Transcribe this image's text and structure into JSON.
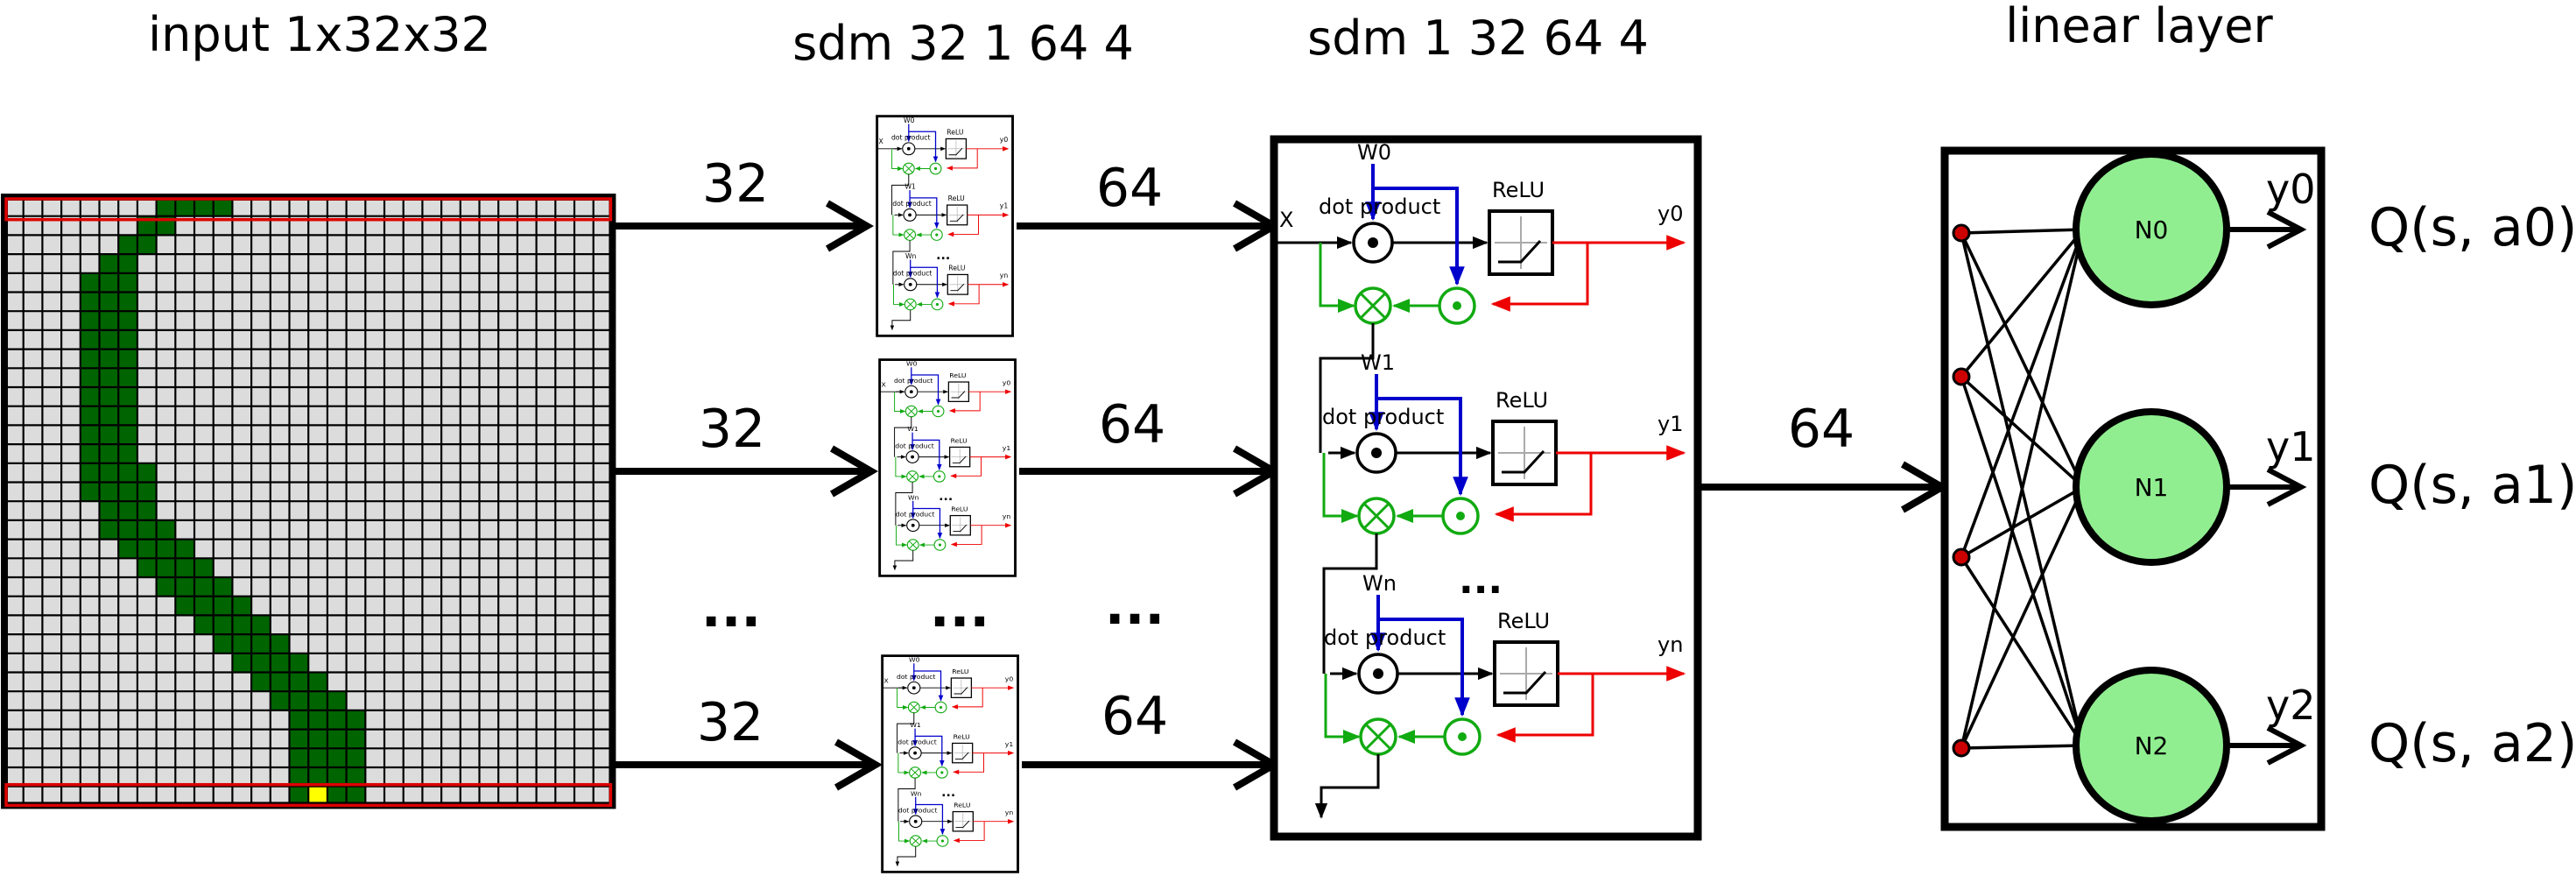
{
  "titles": {
    "input": "input 1x32x32",
    "sdm_a": "sdm 32 1 64 4",
    "sdm_b": "sdm 1 32 64 4",
    "linear": "linear layer"
  },
  "edge_labels": {
    "in_top": "32",
    "in_mid": "32",
    "in_dots": "...",
    "in_bot": "32",
    "small_dots": "...",
    "out_top": "64",
    "out_mid": "64",
    "out_dots": "...",
    "out_bot": "64",
    "to_linear": "64"
  },
  "sdm_detail": {
    "x_label": "X",
    "dots": "...",
    "units": [
      {
        "w": "W0",
        "dot_product": "dot product",
        "relu": "ReLU",
        "y": "y0"
      },
      {
        "w": "W1",
        "dot_product": "dot product",
        "relu": "ReLU",
        "y": "y1"
      },
      {
        "w": "Wn",
        "dot_product": "dot product",
        "relu": "ReLU",
        "y": "yn"
      }
    ]
  },
  "linear_layer": {
    "neurons": [
      {
        "label": "N0",
        "output": "y0",
        "q": "Q(s, a0)"
      },
      {
        "label": "N1",
        "output": "y1",
        "q": "Q(s, a1)"
      },
      {
        "label": "N2",
        "output": "y2",
        "q": "Q(s, a2)"
      }
    ]
  },
  "colors": {
    "grid_bg": "#dcdcdc",
    "green_cells": "#006400",
    "highlight_cell": "#ffff00",
    "row_outline": "#dd0000",
    "blue": "#0000cc",
    "green_path": "#11aa11",
    "red_path": "#ee0000",
    "neuron_fill": "#90ee90"
  },
  "input_grid": {
    "size": 32,
    "highlight_rows": [
      0,
      31
    ],
    "highlight_cell": [
      31,
      16
    ],
    "stroke_rows": [
      [
        0,
        8,
        12
      ],
      [
        1,
        7,
        9
      ],
      [
        2,
        6,
        8
      ],
      [
        3,
        5,
        7
      ],
      [
        4,
        4,
        7
      ],
      [
        5,
        4,
        7
      ],
      [
        6,
        4,
        7
      ],
      [
        7,
        4,
        7
      ],
      [
        8,
        4,
        7
      ],
      [
        9,
        4,
        7
      ],
      [
        10,
        4,
        7
      ],
      [
        11,
        4,
        7
      ],
      [
        12,
        4,
        7
      ],
      [
        13,
        4,
        7
      ],
      [
        14,
        4,
        8
      ],
      [
        15,
        4,
        8
      ],
      [
        16,
        5,
        8
      ],
      [
        17,
        5,
        9
      ],
      [
        18,
        6,
        10
      ],
      [
        19,
        7,
        11
      ],
      [
        20,
        8,
        12
      ],
      [
        21,
        9,
        13
      ],
      [
        22,
        10,
        14
      ],
      [
        23,
        11,
        15
      ],
      [
        24,
        12,
        16
      ],
      [
        25,
        13,
        17
      ],
      [
        26,
        14,
        18
      ],
      [
        27,
        15,
        19
      ],
      [
        28,
        15,
        19
      ],
      [
        29,
        15,
        19
      ],
      [
        30,
        15,
        19
      ],
      [
        31,
        15,
        19
      ]
    ]
  }
}
